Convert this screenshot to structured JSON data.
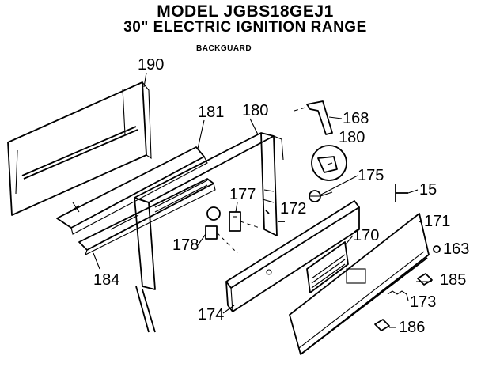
{
  "header": {
    "model": "MODEL JGBS18GEJ1",
    "description": "30\" ELECTRIC IGNITION RANGE",
    "section": "BACKGUARD"
  },
  "callouts": [
    {
      "id": "190",
      "label": "190"
    },
    {
      "id": "181",
      "label": "181"
    },
    {
      "id": "180a",
      "label": "180"
    },
    {
      "id": "168",
      "label": "168"
    },
    {
      "id": "180b",
      "label": "180"
    },
    {
      "id": "175",
      "label": "175"
    },
    {
      "id": "15",
      "label": "15"
    },
    {
      "id": "177",
      "label": "177"
    },
    {
      "id": "172",
      "label": "172"
    },
    {
      "id": "171",
      "label": "171"
    },
    {
      "id": "178",
      "label": "178"
    },
    {
      "id": "170",
      "label": "170"
    },
    {
      "id": "163",
      "label": "163"
    },
    {
      "id": "184",
      "label": "184"
    },
    {
      "id": "185",
      "label": "185"
    },
    {
      "id": "173",
      "label": "173"
    },
    {
      "id": "174",
      "label": "174"
    },
    {
      "id": "186",
      "label": "186"
    }
  ]
}
